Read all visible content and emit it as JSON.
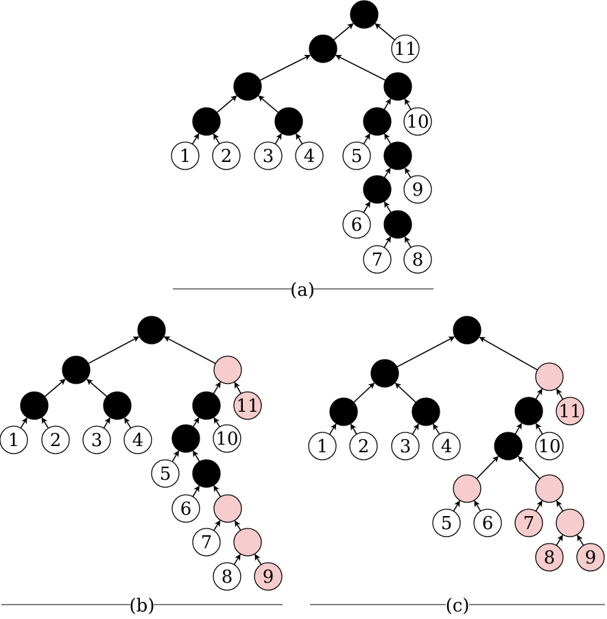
{
  "colors": {
    "internal": "#000000",
    "leaf": "#ffffff",
    "highlight": "#f7cccc",
    "line": "#000000"
  },
  "panels": [
    {
      "caption": "(a)",
      "leaves": [
        {
          "id": "a-l1",
          "label": "1"
        },
        {
          "id": "a-l2",
          "label": "2"
        },
        {
          "id": "a-l3",
          "label": "3"
        },
        {
          "id": "a-l4",
          "label": "4"
        },
        {
          "id": "a-l5",
          "label": "5"
        },
        {
          "id": "a-l6",
          "label": "6"
        },
        {
          "id": "a-l7",
          "label": "7"
        },
        {
          "id": "a-l8",
          "label": "8"
        },
        {
          "id": "a-l9",
          "label": "9"
        },
        {
          "id": "a-l10",
          "label": "10"
        },
        {
          "id": "a-l11",
          "label": "11"
        }
      ],
      "highlighted": [],
      "edges": [
        [
          "a-n1",
          "a-root"
        ],
        [
          "a-l11",
          "a-root"
        ],
        [
          "a-n2",
          "a-n1"
        ],
        [
          "a-n3",
          "a-n1"
        ],
        [
          "a-n4",
          "a-n2"
        ],
        [
          "a-n5",
          "a-n2"
        ],
        [
          "a-l1",
          "a-n4"
        ],
        [
          "a-l2",
          "a-n4"
        ],
        [
          "a-l3",
          "a-n5"
        ],
        [
          "a-l4",
          "a-n5"
        ],
        [
          "a-n6",
          "a-n3"
        ],
        [
          "a-l10",
          "a-n3"
        ],
        [
          "a-l5",
          "a-n6"
        ],
        [
          "a-n7",
          "a-n6"
        ],
        [
          "a-n8",
          "a-n7"
        ],
        [
          "a-l9",
          "a-n7"
        ],
        [
          "a-l6",
          "a-n8"
        ],
        [
          "a-n9",
          "a-n8"
        ],
        [
          "a-l7",
          "a-n9"
        ],
        [
          "a-l8",
          "a-n9"
        ]
      ]
    },
    {
      "caption": "(b)",
      "leaves": [
        {
          "id": "b-l1",
          "label": "1"
        },
        {
          "id": "b-l2",
          "label": "2"
        },
        {
          "id": "b-l3",
          "label": "3"
        },
        {
          "id": "b-l4",
          "label": "4"
        },
        {
          "id": "b-l5",
          "label": "5"
        },
        {
          "id": "b-l6",
          "label": "6"
        },
        {
          "id": "b-l7",
          "label": "7"
        },
        {
          "id": "b-l8",
          "label": "8"
        },
        {
          "id": "b-l9",
          "label": "9"
        },
        {
          "id": "b-l10",
          "label": "10"
        },
        {
          "id": "b-l11",
          "label": "11"
        }
      ],
      "highlighted": [
        "b-n3",
        "b-n8",
        "b-n9",
        "b-l9",
        "b-l11"
      ],
      "edges": [
        [
          "b-n1",
          "b-root"
        ],
        [
          "b-n3",
          "b-root"
        ],
        [
          "b-n4",
          "b-n1"
        ],
        [
          "b-n5",
          "b-n1"
        ],
        [
          "b-l1",
          "b-n4"
        ],
        [
          "b-l2",
          "b-n4"
        ],
        [
          "b-l3",
          "b-n5"
        ],
        [
          "b-l4",
          "b-n5"
        ],
        [
          "b-n6",
          "b-n3"
        ],
        [
          "b-l11",
          "b-n3"
        ],
        [
          "b-n7",
          "b-n6"
        ],
        [
          "b-l10",
          "b-n6"
        ],
        [
          "b-l5",
          "b-n7"
        ],
        [
          "b-n10",
          "b-n7"
        ],
        [
          "b-l6",
          "b-n10"
        ],
        [
          "b-n8",
          "b-n10"
        ],
        [
          "b-l7",
          "b-n8"
        ],
        [
          "b-n9",
          "b-n8"
        ],
        [
          "b-l8",
          "b-n9"
        ],
        [
          "b-l9",
          "b-n9"
        ]
      ]
    },
    {
      "caption": "(c)",
      "leaves": [
        {
          "id": "c-l1",
          "label": "1"
        },
        {
          "id": "c-l2",
          "label": "2"
        },
        {
          "id": "c-l3",
          "label": "3"
        },
        {
          "id": "c-l4",
          "label": "4"
        },
        {
          "id": "c-l5",
          "label": "5"
        },
        {
          "id": "c-l6",
          "label": "6"
        },
        {
          "id": "c-l7",
          "label": "7"
        },
        {
          "id": "c-l8",
          "label": "8"
        },
        {
          "id": "c-l9",
          "label": "9"
        },
        {
          "id": "c-l10",
          "label": "10"
        },
        {
          "id": "c-l11",
          "label": "11"
        }
      ],
      "highlighted": [
        "c-n3",
        "c-n8",
        "c-n9",
        "c-n10",
        "c-l7",
        "c-l8",
        "c-l9",
        "c-l11"
      ],
      "edges": [
        [
          "c-n1",
          "c-root"
        ],
        [
          "c-n3",
          "c-root"
        ],
        [
          "c-n4",
          "c-n1"
        ],
        [
          "c-n5",
          "c-n1"
        ],
        [
          "c-l1",
          "c-n4"
        ],
        [
          "c-l2",
          "c-n4"
        ],
        [
          "c-l3",
          "c-n5"
        ],
        [
          "c-l4",
          "c-n5"
        ],
        [
          "c-n6",
          "c-n3"
        ],
        [
          "c-l11",
          "c-n3"
        ],
        [
          "c-n7",
          "c-n6"
        ],
        [
          "c-l10",
          "c-n6"
        ],
        [
          "c-n8",
          "c-n7"
        ],
        [
          "c-n9",
          "c-n7"
        ],
        [
          "c-l5",
          "c-n8"
        ],
        [
          "c-l6",
          "c-n8"
        ],
        [
          "c-l7",
          "c-n9"
        ],
        [
          "c-n10",
          "c-n9"
        ],
        [
          "c-l8",
          "c-n10"
        ],
        [
          "c-l9",
          "c-n10"
        ]
      ]
    }
  ]
}
